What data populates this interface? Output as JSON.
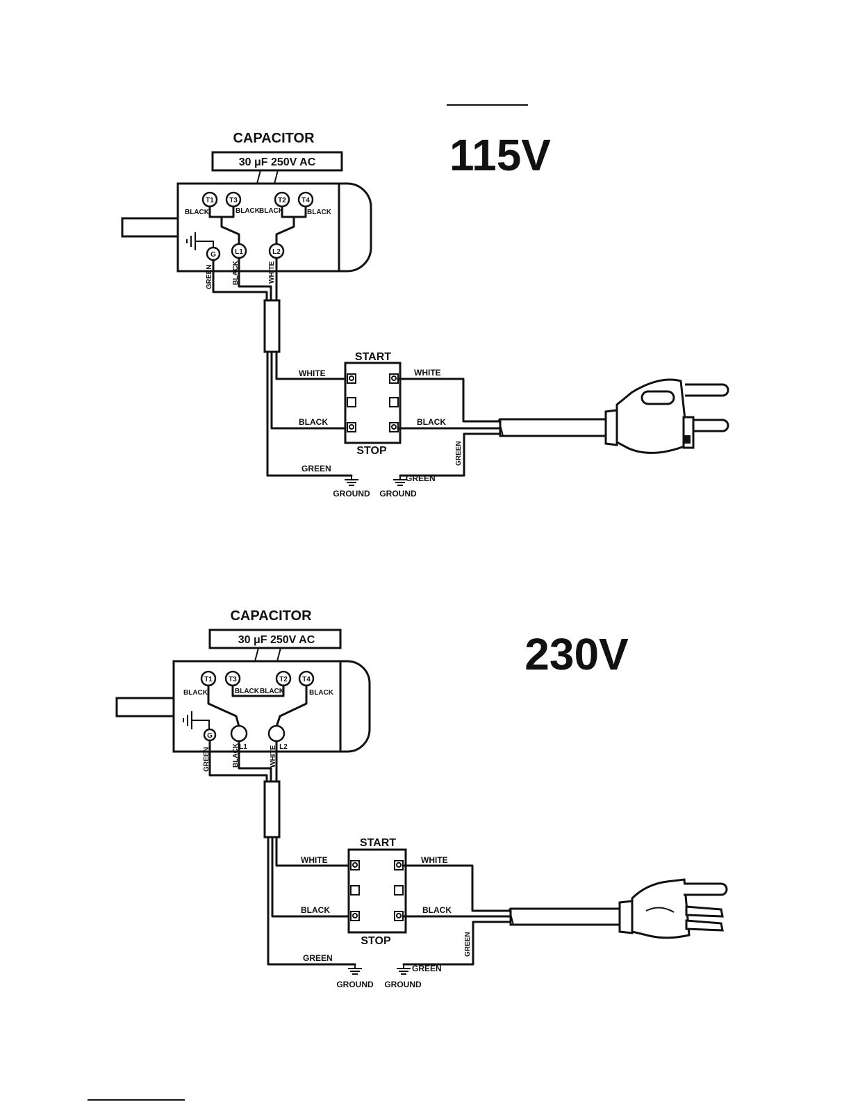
{
  "diagrams": [
    {
      "voltage": "115V",
      "capacitor_title": "CAPACITOR",
      "capacitor_rating": "30 μF   250V AC",
      "terminals": [
        "T1",
        "T3",
        "T2",
        "T4",
        "G",
        "L1",
        "L2"
      ],
      "lead_labels": [
        "BLACK",
        "BLACK",
        "BLACK",
        "BLACK"
      ],
      "line_labels": [
        "GREEN",
        "BLACK",
        "WHITE"
      ],
      "switch_start": "START",
      "switch_stop": "STOP",
      "wire_white_in": "WHITE",
      "wire_white_out": "WHITE",
      "wire_black_in": "BLACK",
      "wire_black_out": "BLACK",
      "wire_green_motor": "GREEN",
      "wire_green_cord_v": "GREEN",
      "wire_green_cord_h": "GREEN",
      "ground_1": "GROUND",
      "ground_2": "GROUND"
    },
    {
      "voltage": "230V",
      "capacitor_title": "CAPACITOR",
      "capacitor_rating": "30 μF   250V AC",
      "terminals": [
        "T1",
        "T3",
        "T2",
        "T4",
        "G",
        "L1",
        "L2"
      ],
      "lead_labels": [
        "BLACK",
        "BLACK",
        "BLACK",
        "BLACK"
      ],
      "line_labels": [
        "GREEN",
        "BLACK",
        "WHITE"
      ],
      "switch_start": "START",
      "switch_stop": "STOP",
      "wire_white_in": "WHITE",
      "wire_white_out": "WHITE",
      "wire_black_in": "BLACK",
      "wire_black_out": "BLACK",
      "wire_green_motor": "GREEN",
      "wire_green_cord_v": "GREEN",
      "wire_green_cord_h": "GREEN",
      "ground_1": "GROUND",
      "ground_2": "GROUND"
    }
  ]
}
